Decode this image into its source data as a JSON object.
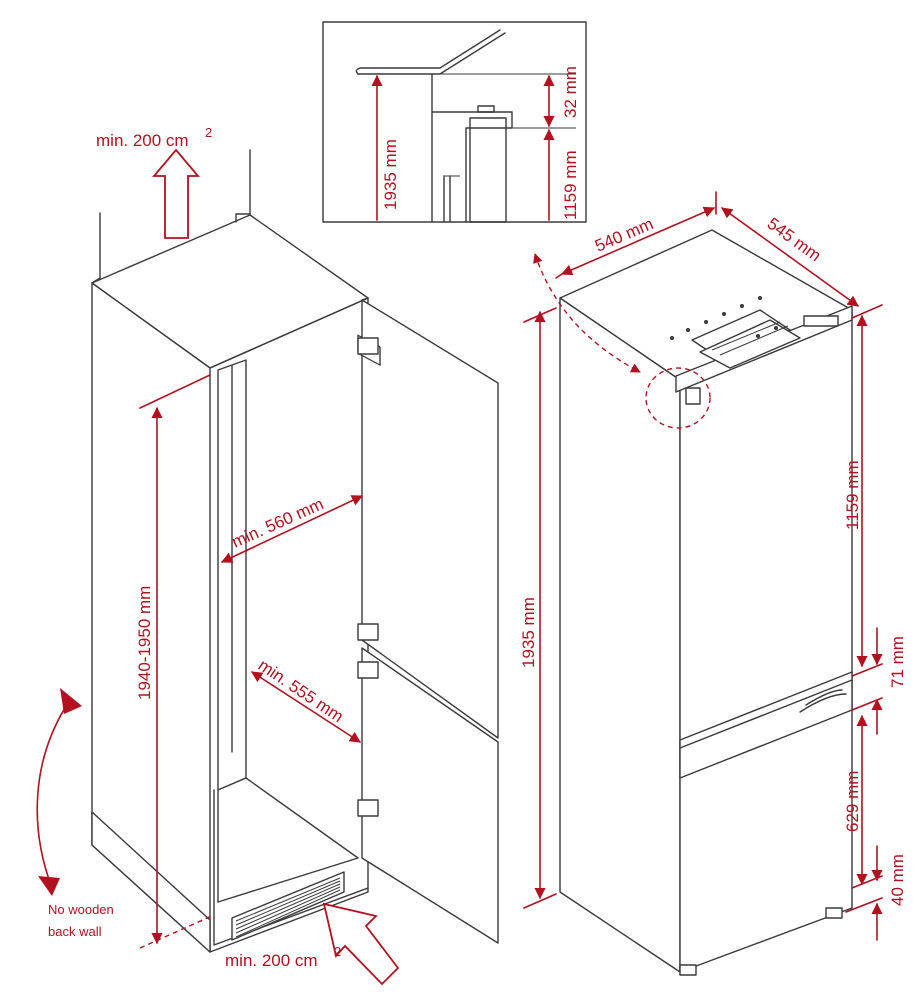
{
  "labels": {
    "vent_top": "min. 200 cm",
    "vent_top_sup": "2",
    "vent_bottom": "min. 200 cm",
    "vent_bottom_sup": "2",
    "niche_height": "1940-1950 mm",
    "niche_width": "min. 560 mm",
    "niche_depth": "min. 555 mm",
    "no_wooden_line1": "No wooden",
    "no_wooden_line2": "back wall",
    "detail_height": "1935 mm",
    "detail_gap": "32 mm",
    "detail_hinge": "1159 mm",
    "unit_width": "540 mm",
    "unit_depth": "545 mm",
    "unit_height": "1935 mm",
    "upper_door": "1159 mm",
    "door_gap_top": "71 mm",
    "lower_door": "629 mm",
    "door_gap_bottom": "40 mm"
  }
}
